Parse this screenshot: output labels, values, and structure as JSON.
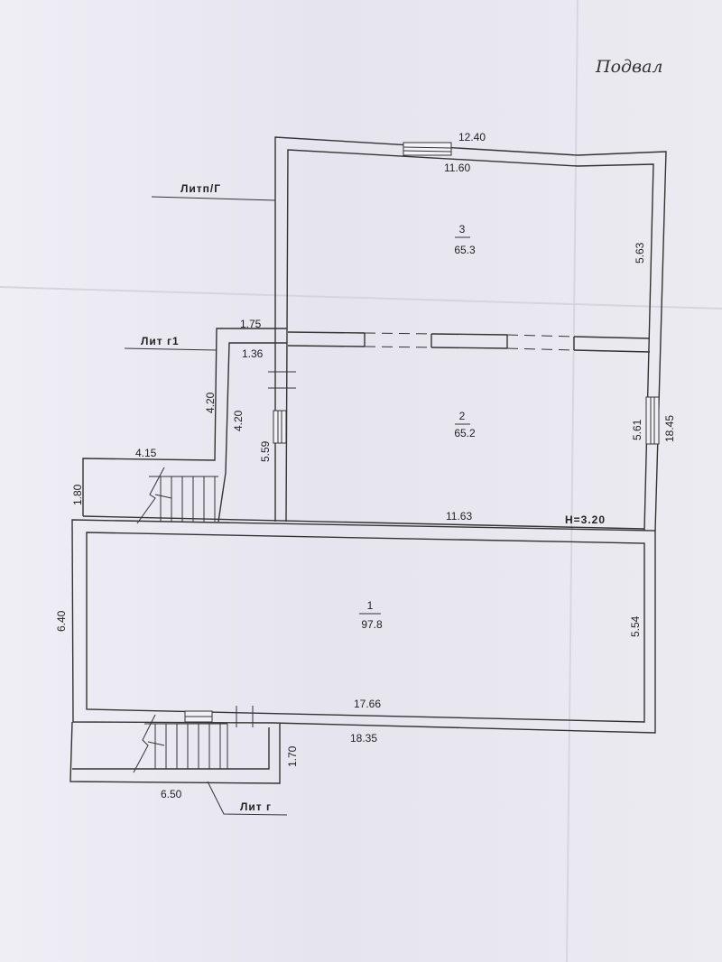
{
  "title": "Подвал",
  "labels": {
    "lit_p_g": "Литп/Г",
    "lit_g1": "Лит г1",
    "lit_g": "Лит г"
  },
  "rooms": [
    {
      "number": "1",
      "area": "97.8"
    },
    {
      "number": "2",
      "area": "65.2"
    },
    {
      "number": "3",
      "area": "65.3"
    }
  ],
  "dimensions": {
    "top_outer": "12.40",
    "top_inner": "11.60",
    "right_upper": "5.63",
    "right_middle": "5.61",
    "right_total": "18.45",
    "right_lower": "5.54",
    "mid_width": "11.63",
    "height": "H=3.20",
    "step_outer": "1.75",
    "step_inner": "1.36",
    "left_outer": "4.20",
    "left_inner": "4.20",
    "room2_left": "5.59",
    "stair_width": "4.15",
    "stair_depth": "1.80",
    "left_total": "6.40",
    "bottom_inner": "17.66",
    "bottom_outer": "18.35",
    "porch_depth": "1.70",
    "porch_width": "6.50"
  }
}
